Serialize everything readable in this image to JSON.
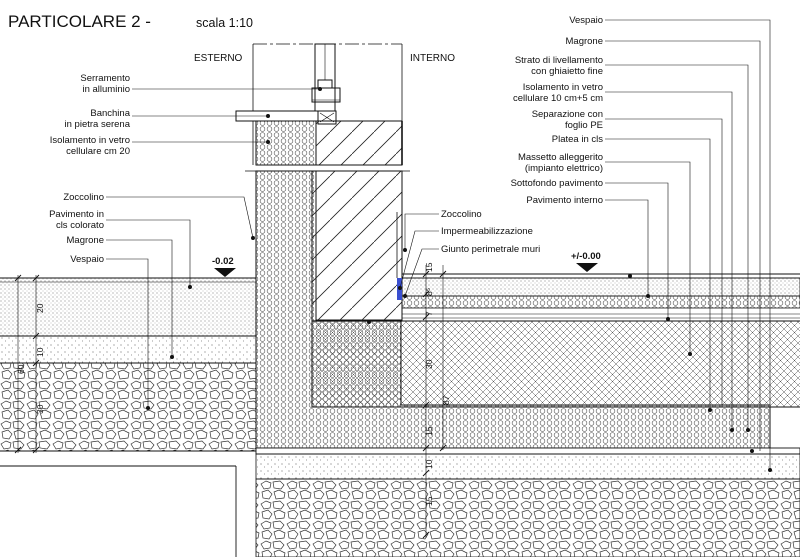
{
  "title": {
    "main": "PARTICOLARE 2 -",
    "scale": "scala 1:10"
  },
  "sides": {
    "external": "ESTERNO",
    "internal": "INTERNO"
  },
  "levels": {
    "external": "-0.02",
    "internal": "+/-0.00"
  },
  "labels_left": {
    "serramento_1": "Serramento",
    "serramento_2": "in alluminio",
    "banchina_1": "Banchina",
    "banchina_2": "in pietra serena",
    "isolamento_ext_1": "Isolamento in vetro",
    "isolamento_ext_2": "cellulare cm 20",
    "zoccolino_ext": "Zoccolino",
    "pavimento_ext_1": "Pavimento in",
    "pavimento_ext_2": "cls colorato",
    "magrone_ext": "Magrone",
    "vespaio_ext": "Vespaio"
  },
  "labels_middle": {
    "zoccolino_int": "Zoccolino",
    "impermeabilizzazione": "Impermeabilizzazione",
    "giunto": "Giunto perimetrale muri"
  },
  "labels_right": {
    "vespaio": "Vespaio",
    "magrone": "Magrone",
    "livellamento_1": "Strato di livellamento",
    "livellamento_2": "con ghiaietto fine",
    "isolamento_int_1": "Isolamento in vetro",
    "isolamento_int_2": "cellulare 10 cm+5 cm",
    "separazione_1": "Separazione con",
    "separazione_2": "foglio PE",
    "platea": "Platea in cls",
    "massetto_1": "Massetto alleggerito",
    "massetto_2": "(impianto elettrico)",
    "sottofondo": "Sottofondo pavimento",
    "pavimento_int": "Pavimento interno"
  },
  "dimensions": {
    "left_20": "20",
    "left_10": "10",
    "left_30": "30",
    "left_60": "60",
    "mid_15": "15",
    "mid_8": "8⁵",
    "mid_7": "7",
    "mid_30": "30",
    "mid_87": "87",
    "mid_15b": "15",
    "mid_10": "10",
    "mid_15c": "15"
  },
  "colors": {
    "line": "#111111",
    "impermeabilizzazione": "#3a4fd0"
  }
}
